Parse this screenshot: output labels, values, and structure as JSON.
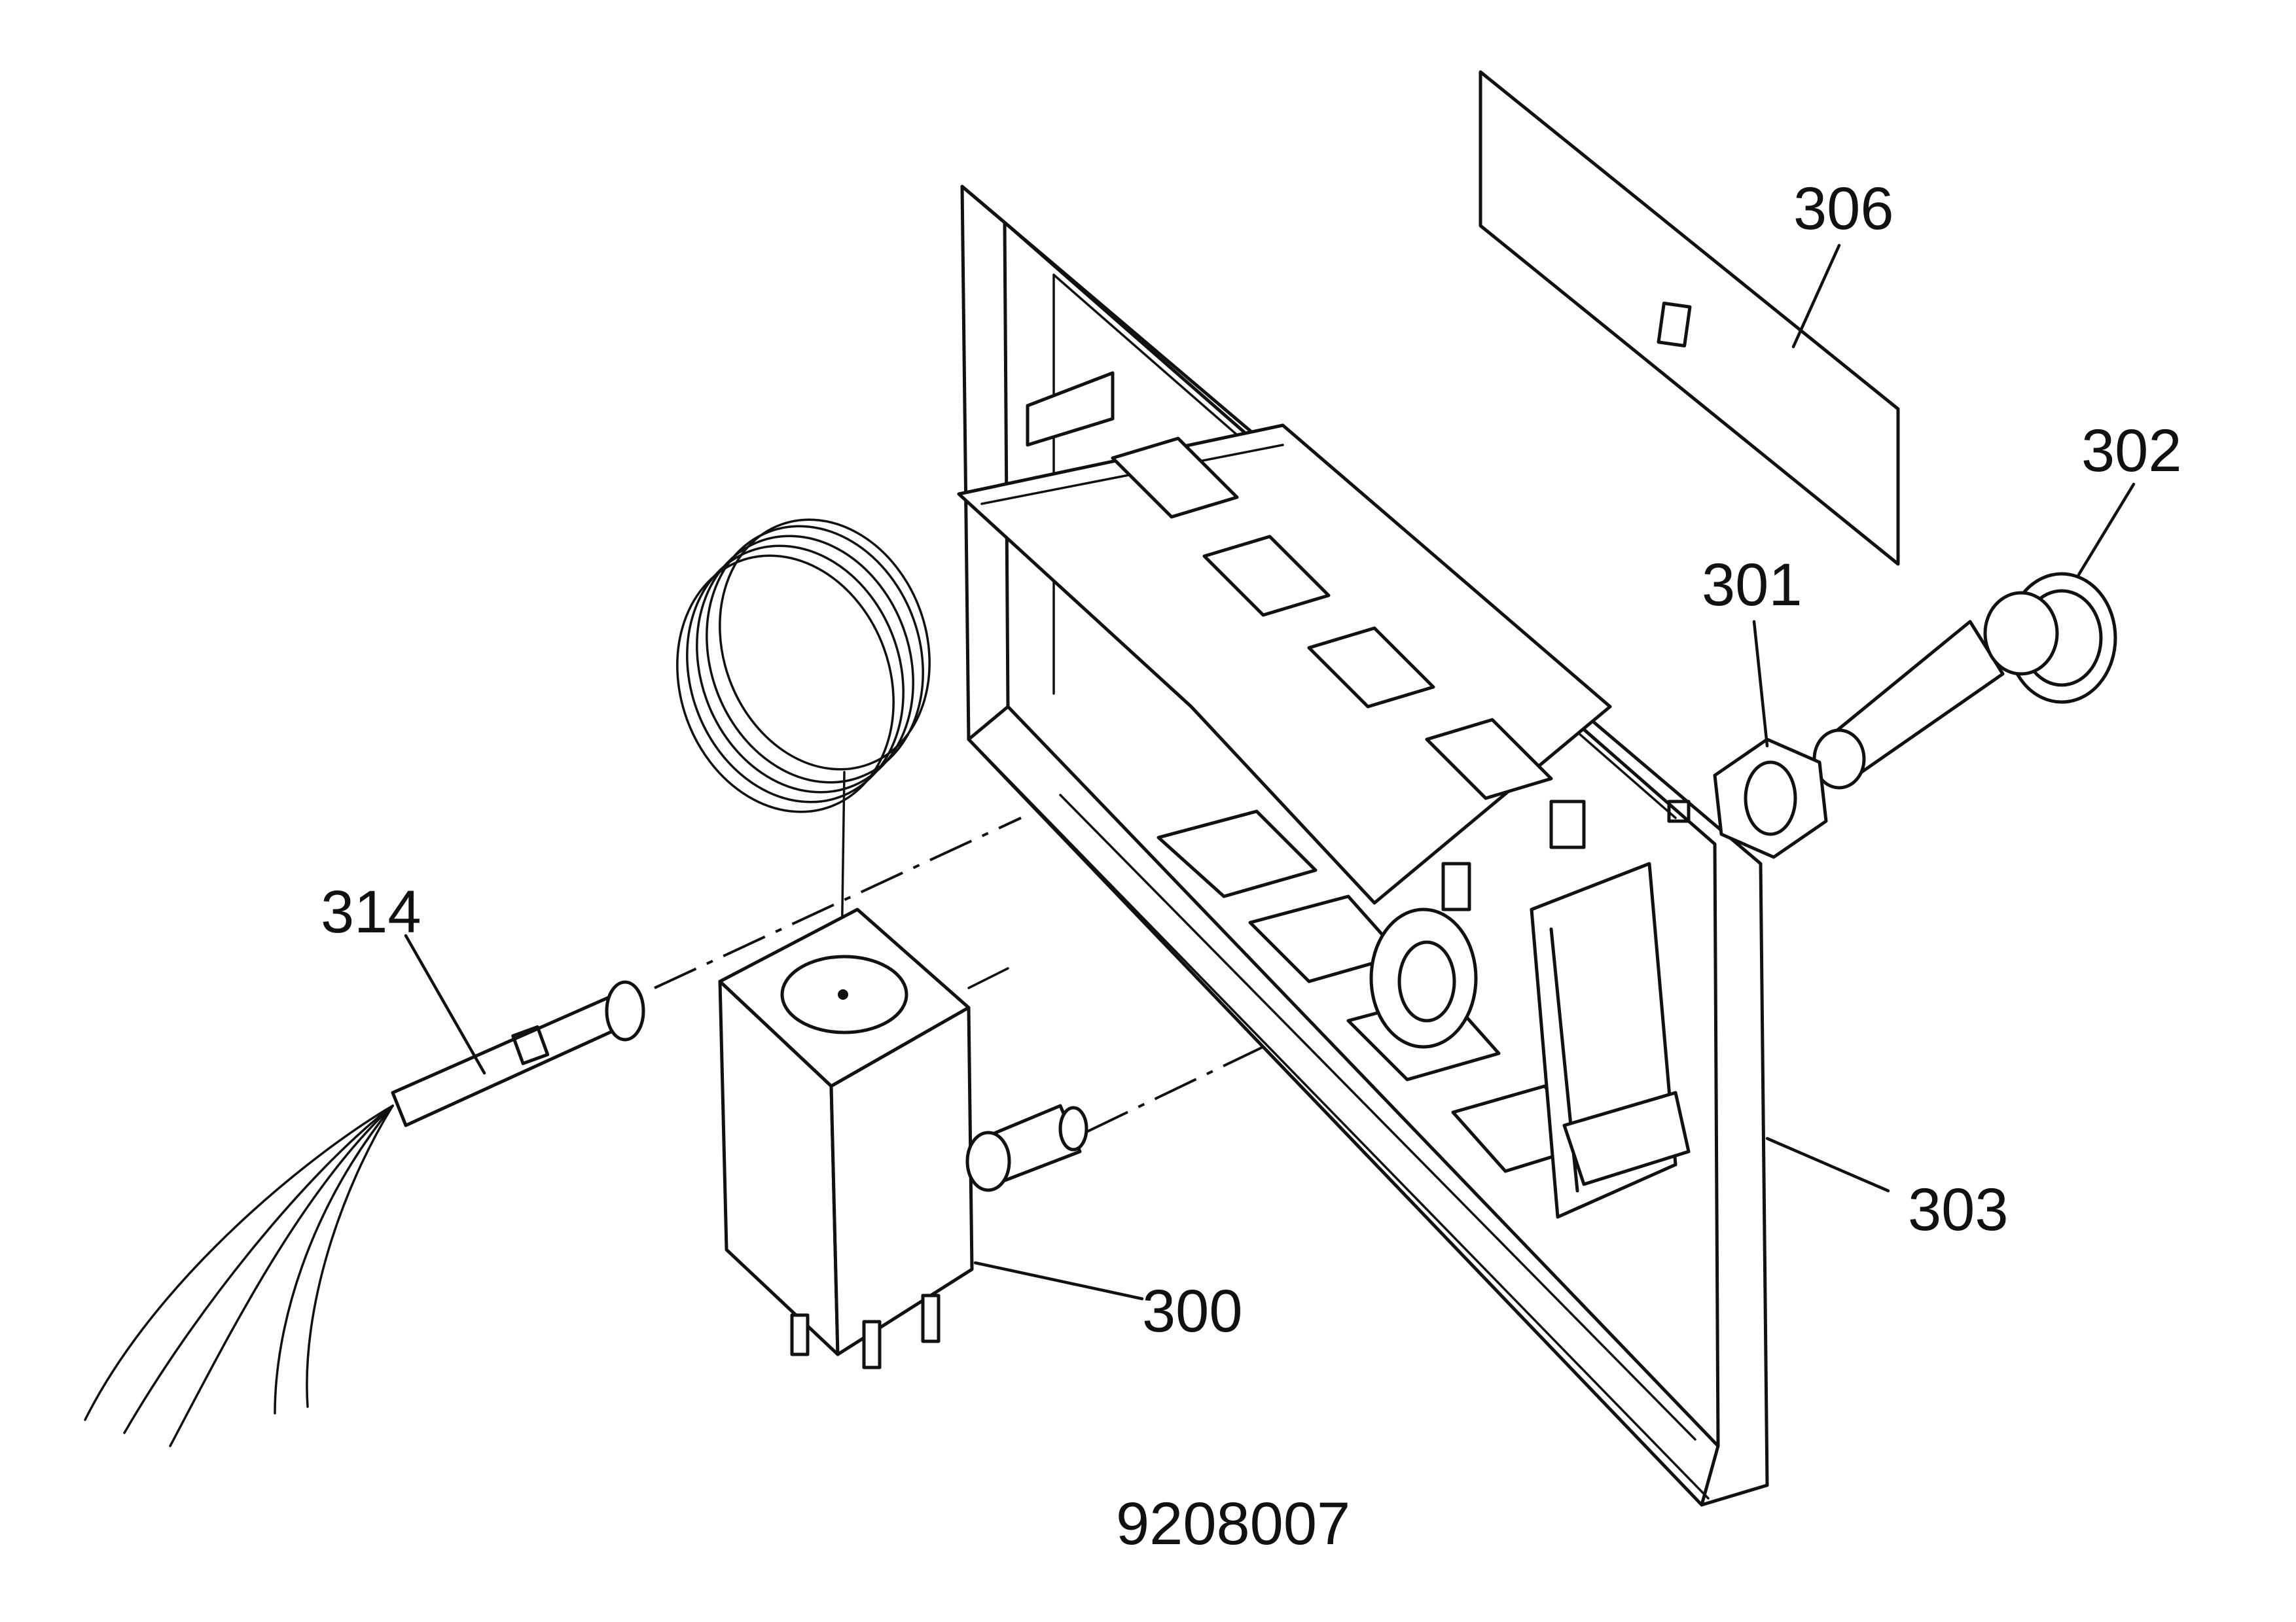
{
  "labels": {
    "part_306": "306",
    "part_302": "302",
    "part_301": "301",
    "part_314": "314",
    "part_303": "303",
    "part_300": "300",
    "drawing_number": "9208007"
  }
}
